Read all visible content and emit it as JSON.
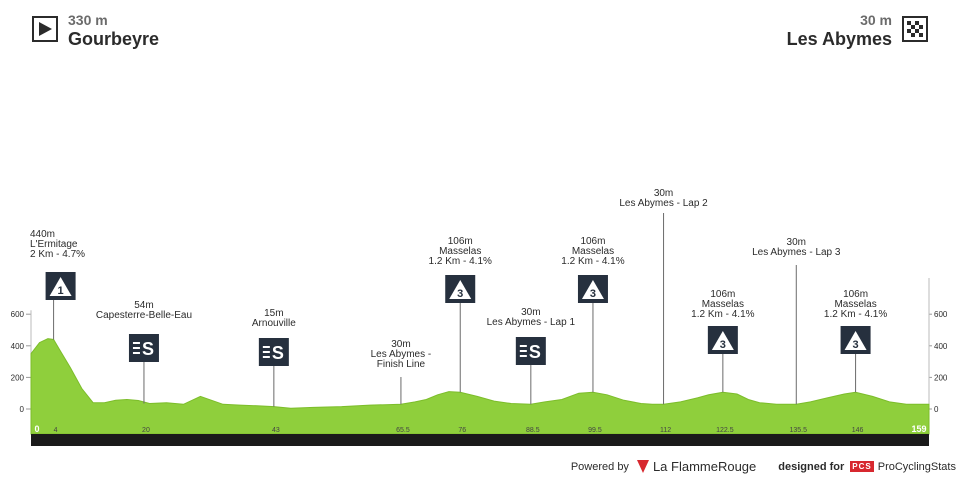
{
  "header": {
    "start": {
      "altitude": "330 m",
      "name": "Gourbeyre",
      "icon": "play-icon"
    },
    "finish": {
      "altitude": "30 m",
      "name": "Les Abymes",
      "icon": "checkered-flag-icon"
    }
  },
  "footer": {
    "powered_by": "Powered by",
    "brand": "La FlammeRouge",
    "designed_for": "designed for",
    "pcs_logo": "PCS",
    "pcs_name": "ProCyclingStats"
  },
  "chart_data": {
    "type": "area",
    "title": "",
    "xlabel": "",
    "ylabel": "",
    "xlim": [
      0,
      159
    ],
    "ylim": [
      0,
      600
    ],
    "y_ticks": [
      0,
      200,
      400,
      600
    ],
    "distance_ticks": [
      "0",
      "4",
      "20",
      "43",
      "65.5",
      "76",
      "88.5",
      "99.5",
      "112",
      "122.5",
      "135.5",
      "146",
      "159"
    ],
    "colors": {
      "fill": "#8fcf3c",
      "base": "#1a1a1a",
      "marker": "#26303e",
      "grid": "#cccccc"
    },
    "series": [
      {
        "distance_km": [
          0,
          1.5,
          3,
          4,
          5,
          7,
          9,
          11,
          13,
          15,
          17,
          19,
          21,
          24,
          27,
          30,
          34,
          37,
          40,
          43,
          46,
          50,
          55,
          60,
          65.5,
          68,
          70,
          72,
          74,
          76,
          79,
          82,
          85,
          88.5,
          91,
          94,
          97,
          99.5,
          102,
          105,
          108,
          110,
          112,
          115,
          118,
          120,
          122.5,
          125,
          127,
          129,
          132,
          135.5,
          138,
          141,
          144,
          146,
          149,
          152,
          155,
          157,
          159
        ],
        "elevation_m": [
          350,
          420,
          445,
          440,
          380,
          260,
          130,
          40,
          40,
          55,
          60,
          54,
          35,
          40,
          30,
          80,
          30,
          25,
          20,
          15,
          5,
          10,
          15,
          25,
          30,
          45,
          60,
          90,
          110,
          106,
          80,
          50,
          35,
          30,
          45,
          60,
          100,
          106,
          90,
          55,
          35,
          30,
          30,
          45,
          70,
          90,
          106,
          95,
          60,
          40,
          30,
          30,
          45,
          70,
          95,
          106,
          80,
          45,
          30,
          30,
          30
        ]
      }
    ],
    "markers": [
      {
        "km": 4,
        "elevation": "440m",
        "name": "L'Ermitage",
        "detail": "2 Km - 4.7%",
        "icon": "1",
        "type": "climb"
      },
      {
        "km": 20,
        "elevation": "54m",
        "name": "Capesterre-Belle-Eau",
        "detail": "",
        "icon": "S",
        "type": "sprint"
      },
      {
        "km": 43,
        "elevation": "15m",
        "name": "Arnouville",
        "detail": "",
        "icon": "S",
        "type": "sprint"
      },
      {
        "km": 65.5,
        "elevation": "30m",
        "name": "Les Abymes -",
        "detail": "Finish Line",
        "icon": "",
        "type": "line"
      },
      {
        "km": 76,
        "elevation": "106m",
        "name": "Masselas",
        "detail": "1.2 Km - 4.1%",
        "icon": "3",
        "type": "climb"
      },
      {
        "km": 88.5,
        "elevation": "30m",
        "name": "Les Abymes - Lap 1",
        "detail": "",
        "icon": "S",
        "type": "sprint"
      },
      {
        "km": 99.5,
        "elevation": "106m",
        "name": "Masselas",
        "detail": "1.2 Km - 4.1%",
        "icon": "3",
        "type": "climb"
      },
      {
        "km": 112,
        "elevation": "30m",
        "name": "Les Abymes - Lap 2",
        "detail": "",
        "icon": "",
        "type": "line"
      },
      {
        "km": 122.5,
        "elevation": "106m",
        "name": "Masselas",
        "detail": "1.2 Km - 4.1%",
        "icon": "3",
        "type": "climb"
      },
      {
        "km": 135.5,
        "elevation": "30m",
        "name": "Les Abymes - Lap 3",
        "detail": "",
        "icon": "",
        "type": "line"
      },
      {
        "km": 146,
        "elevation": "106m",
        "name": "Masselas",
        "detail": "1.2 Km - 4.1%",
        "icon": "3",
        "type": "climb"
      }
    ]
  }
}
